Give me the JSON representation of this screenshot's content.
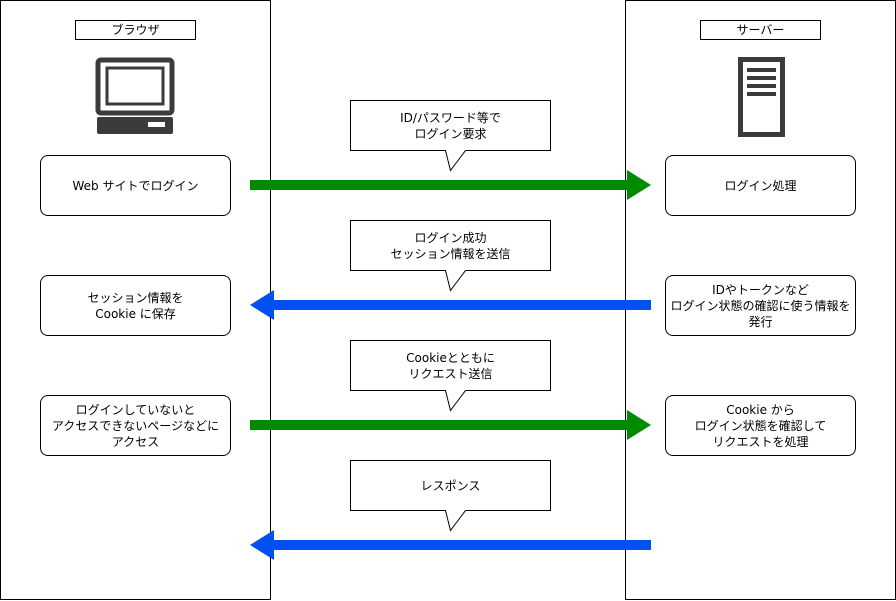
{
  "lanes": {
    "browser": {
      "label": "ブラウザ"
    },
    "server": {
      "label": "サーバー"
    }
  },
  "icons": {
    "browser": "computer-icon",
    "server": "server-icon"
  },
  "colors": {
    "request_arrow": "#008a00",
    "response_arrow": "#0050ef",
    "line": "#000000",
    "icon": "#3b3b3b"
  },
  "browser_steps": [
    {
      "text": "Web サイトでログイン"
    },
    {
      "text": "セッション情報を\nCookie に保存"
    },
    {
      "text": "ログインしていないと\nアクセスできないページなどに\nアクセス"
    }
  ],
  "server_steps": [
    {
      "text": "ログイン処理"
    },
    {
      "text": "IDやトークンなど\nログイン状態の確認に使う情報を\n発行"
    },
    {
      "text": "Cookie から\nログイン状態を確認して\nリクエストを処理"
    }
  ],
  "messages": [
    {
      "text": "ID/パスワード等で\nログイン要求"
    },
    {
      "text": "ログイン成功\nセッション情報を送信"
    },
    {
      "text": "Cookieとともに\nリクエスト送信"
    },
    {
      "text": "レスポンス"
    }
  ]
}
